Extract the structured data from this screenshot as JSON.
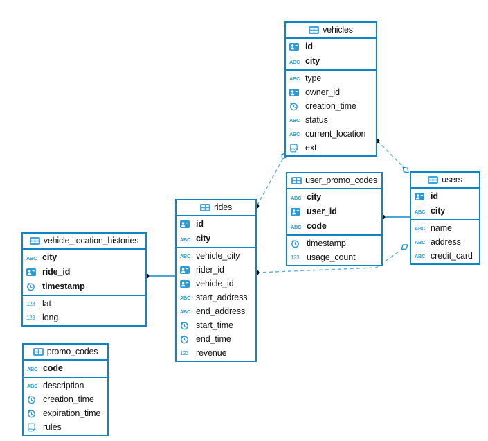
{
  "diagram": {
    "tables": [
      {
        "name": "vehicles",
        "primary_key": [
          {
            "name": "id",
            "type": "id"
          },
          {
            "name": "city",
            "type": "string"
          }
        ],
        "columns": [
          {
            "name": "type",
            "type": "string"
          },
          {
            "name": "owner_id",
            "type": "id"
          },
          {
            "name": "creation_time",
            "type": "timestamp"
          },
          {
            "name": "status",
            "type": "string"
          },
          {
            "name": "current_location",
            "type": "string"
          },
          {
            "name": "ext",
            "type": "json"
          }
        ]
      },
      {
        "name": "user_promo_codes",
        "primary_key": [
          {
            "name": "city",
            "type": "string"
          },
          {
            "name": "user_id",
            "type": "id"
          },
          {
            "name": "code",
            "type": "string"
          }
        ],
        "columns": [
          {
            "name": "timestamp",
            "type": "timestamp"
          },
          {
            "name": "usage_count",
            "type": "number"
          }
        ]
      },
      {
        "name": "users",
        "primary_key": [
          {
            "name": "id",
            "type": "id"
          },
          {
            "name": "city",
            "type": "string"
          }
        ],
        "columns": [
          {
            "name": "name",
            "type": "string"
          },
          {
            "name": "address",
            "type": "string"
          },
          {
            "name": "credit_card",
            "type": "string"
          }
        ]
      },
      {
        "name": "rides",
        "primary_key": [
          {
            "name": "id",
            "type": "id"
          },
          {
            "name": "city",
            "type": "string"
          }
        ],
        "columns": [
          {
            "name": "vehicle_city",
            "type": "string"
          },
          {
            "name": "rider_id",
            "type": "id"
          },
          {
            "name": "vehicle_id",
            "type": "id"
          },
          {
            "name": "start_address",
            "type": "string"
          },
          {
            "name": "end_address",
            "type": "string"
          },
          {
            "name": "start_time",
            "type": "timestamp"
          },
          {
            "name": "end_time",
            "type": "timestamp"
          },
          {
            "name": "revenue",
            "type": "number"
          }
        ]
      },
      {
        "name": "vehicle_location_histories",
        "primary_key": [
          {
            "name": "city",
            "type": "string"
          },
          {
            "name": "ride_id",
            "type": "id"
          },
          {
            "name": "timestamp",
            "type": "timestamp"
          }
        ],
        "columns": [
          {
            "name": "lat",
            "type": "number"
          },
          {
            "name": "long",
            "type": "number"
          }
        ]
      },
      {
        "name": "promo_codes",
        "primary_key": [
          {
            "name": "code",
            "type": "string"
          }
        ],
        "columns": [
          {
            "name": "description",
            "type": "string"
          },
          {
            "name": "creation_time",
            "type": "timestamp"
          },
          {
            "name": "expiration_time",
            "type": "timestamp"
          },
          {
            "name": "rules",
            "type": "json"
          }
        ]
      }
    ],
    "relations": [
      {
        "from": "rides",
        "to": "vehicles",
        "line": "dashed",
        "dot_end": "rides",
        "diamond_end": "vehicles"
      },
      {
        "from": "vehicles",
        "to": "users",
        "line": "dashed",
        "dot_end": "vehicles",
        "diamond_end": "users"
      },
      {
        "from": "user_promo_codes",
        "to": "users",
        "line": "solid",
        "dot_end": "user_promo_codes",
        "diamond_end": null
      },
      {
        "from": "rides",
        "to": "users",
        "line": "dashed",
        "dot_end": "rides",
        "diamond_end": "users"
      },
      {
        "from": "vehicle_location_histories",
        "to": "rides",
        "line": "solid",
        "dot_end": "vehicle_location_histories",
        "diamond_end": null
      }
    ]
  },
  "icon_glyphs": {
    "string": "ABC",
    "number": "123",
    "json": "JSON"
  },
  "colors": {
    "table_border": "#0d86c8",
    "icon_blue": "#2d9ad4",
    "table_icon_fill": "#45a5da",
    "dashed_line": "#58b0e3",
    "solid_line": "#1088c9",
    "dot": "#000000",
    "text": "#141414",
    "background": "#ffffff"
  }
}
